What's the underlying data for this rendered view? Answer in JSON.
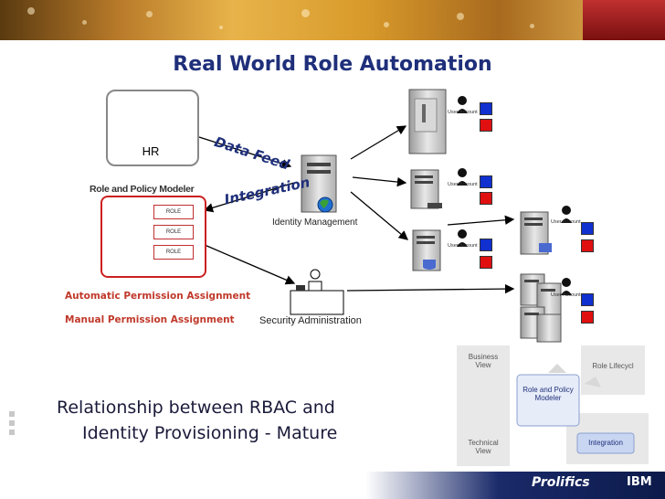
{
  "title": "Real World Role Automation",
  "hr": {
    "label": "HR"
  },
  "modeler": {
    "label": "Role and Policy Modeler",
    "roles": [
      "ROLE",
      "ROLE",
      "ROLE"
    ]
  },
  "flows": {
    "data_feed": "Data Feed",
    "integration": "Integration"
  },
  "identity_management": {
    "label": "Identity Management"
  },
  "security_administration": {
    "label": "Security Administration"
  },
  "assignments": {
    "automatic": "Automatic Permission Assignment",
    "manual": "Manual Permission Assignment"
  },
  "user_account_label": "User Account",
  "subtitle": {
    "line1": "Relationship between RBAC and",
    "line2": "Identity Provisioning - Mature"
  },
  "lifecycle": {
    "business_view": "Business View",
    "role_lifecycle": "Role Lifecycl",
    "center": "Role and Policy Modeler",
    "technical_view": "Technical View",
    "integration": "Integration"
  },
  "footer": {
    "brand": "Prolifics",
    "ibm": "IBM"
  },
  "colors": {
    "title": "#1f2f7a",
    "assignment_text": "#c0392b",
    "account_blue": "#1030d0",
    "account_red": "#e01010",
    "role_red": "#cc2020"
  }
}
